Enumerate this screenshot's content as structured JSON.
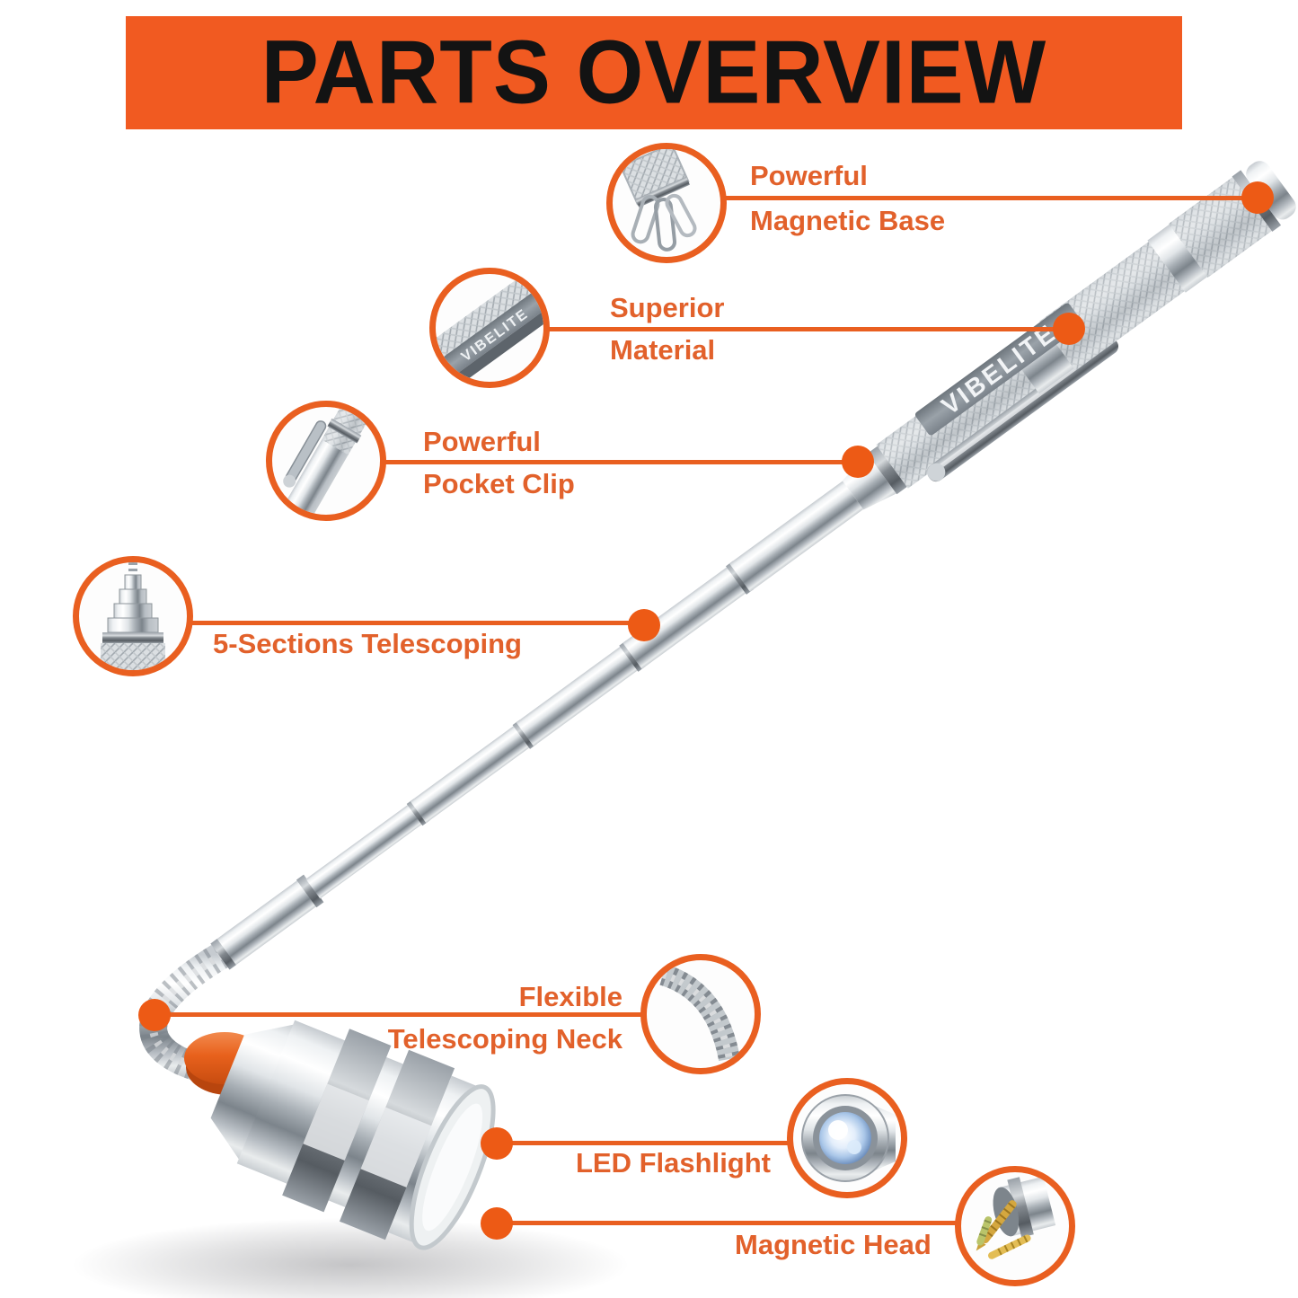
{
  "banner": {
    "title": "PARTS OVERVIEW",
    "bg_color": "#F15A21",
    "text_color": "#131313"
  },
  "brand": {
    "engraving": "VIBELITE"
  },
  "colors": {
    "accent_line": "#E95F20",
    "label_text": "#E2612B",
    "dot": "#ED5A15",
    "banner_bg": "#F15A21",
    "button_orange": "#E8611C",
    "chrome_light": "#F4F6F7",
    "chrome_dark": "#7C848B",
    "led_glow": "#BFD8F2"
  },
  "callouts": {
    "magnetic_base": {
      "line1": "Powerful",
      "line2": "Magnetic Base"
    },
    "superior_material": {
      "line1": "Superior",
      "line2": "Material"
    },
    "pocket_clip": {
      "line1": "Powerful",
      "line2": "Pocket Clip"
    },
    "five_sections": {
      "line1": "5-Sections Telescoping"
    },
    "flexible_neck": {
      "line1": "Flexible",
      "line2": "Telescoping Neck"
    },
    "led_flashlight": {
      "line1": "LED Flashlight"
    },
    "magnetic_head": {
      "line1": "Magnetic Head"
    }
  }
}
